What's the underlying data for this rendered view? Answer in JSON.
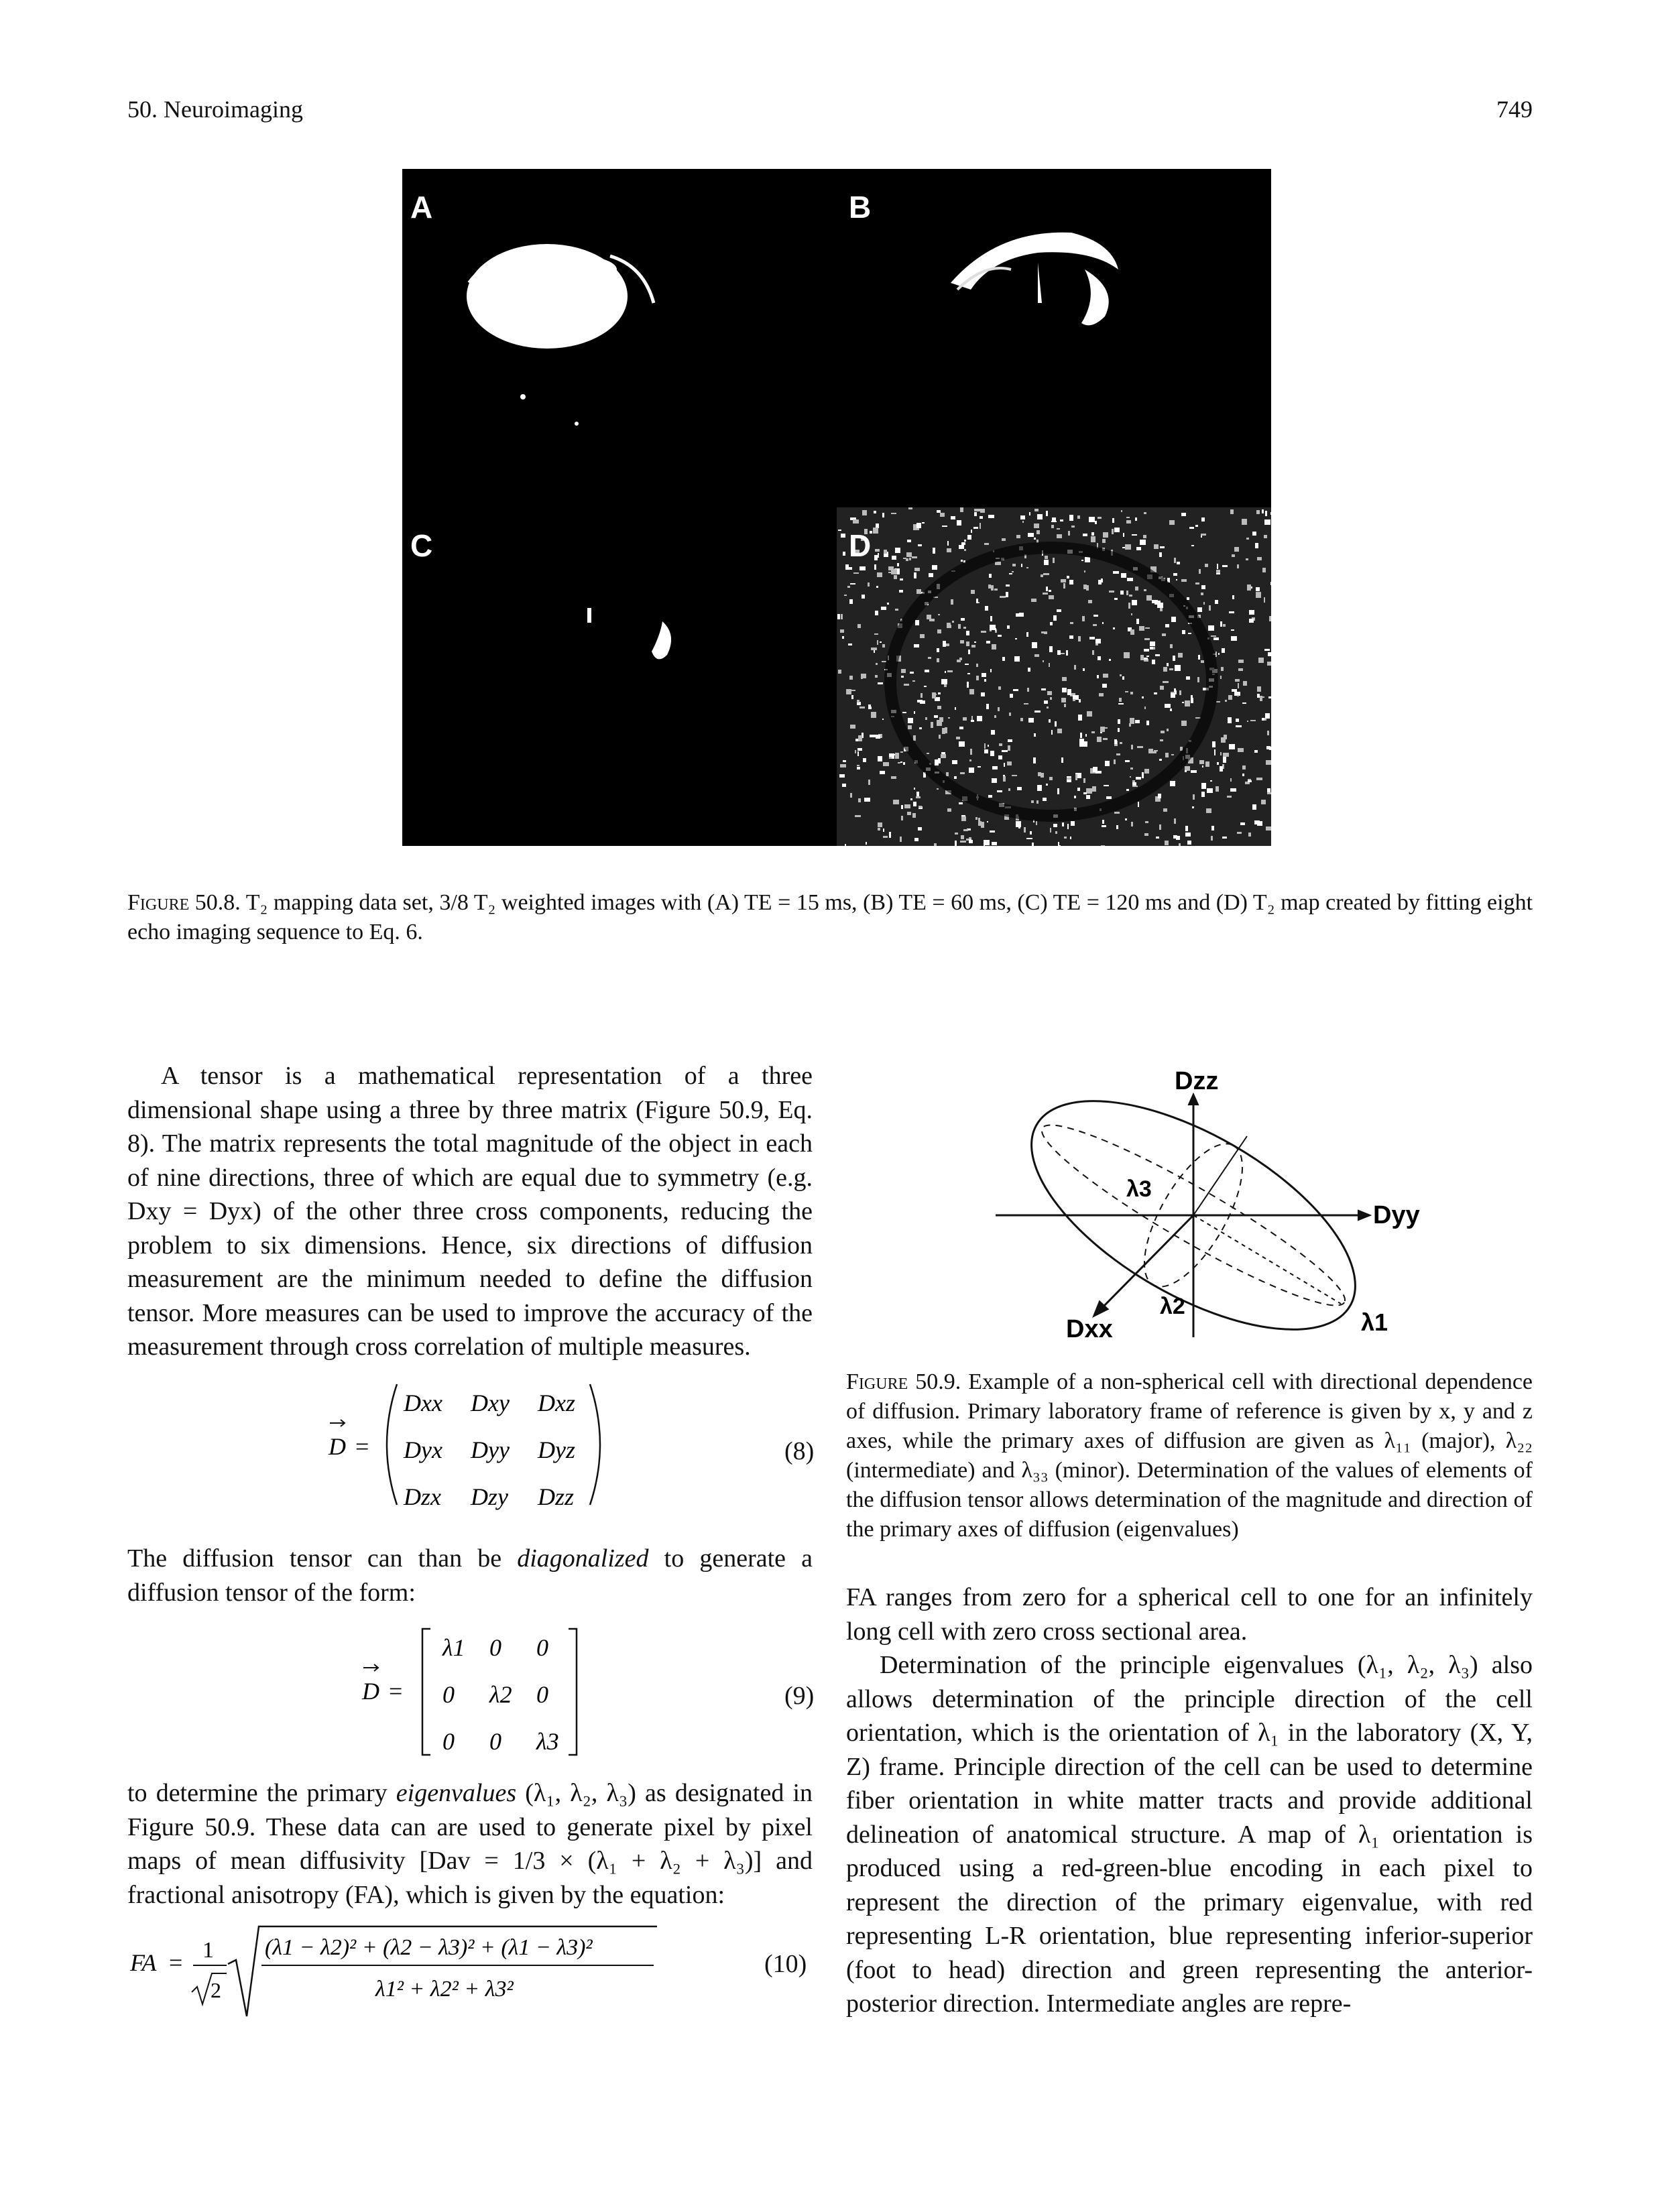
{
  "header": {
    "chapter": "50. Neuroimaging",
    "page_number": "749"
  },
  "figure_50_8": {
    "panel_labels": [
      "A",
      "B",
      "C",
      "D"
    ],
    "caption_label": "Figure 50.8.",
    "caption_text": "T₂ mapping data set, 3/8 T₂ weighted images with (A) TE = 15 ms, (B) TE = 60 ms, (C) TE = 120 ms and (D) T₂ map created by fitting eight echo imaging sequence to Eq. 6."
  },
  "left_column": {
    "paragraph1": "A tensor is a mathematical representation of a three dimensional shape using a three by three matrix (Figure 50.9, Eq. 8). The matrix represents the total magnitude of the object in each of nine directions, three of which are equal due to symmetry (e.g. Dxy = Dyx) of the other three cross components, reducing the problem to six dimensions. Hence, six directions of diffusion measurement are the minimum needed to define the diffusion tensor. More measures can be used to improve the accuracy of the measurement through cross correlation of multiple measures.",
    "eq8_label": "(8)",
    "paragraph2_pre": "The diffusion tensor can than be",
    "paragraph2_em": "diagonalized",
    "paragraph2_post": "to generate a diffusion tensor of the form:",
    "eq9_label": "(9)",
    "paragraph3_pre": "to determine the primary",
    "paragraph3_em": "eigenvalues",
    "paragraph3_post": "(λ₁, λ₂, λ₃) as designated in Figure 50.9. These data can are used to generate pixel by pixel maps of mean diffusivity [Dav = 1/3 × (λ₁ + λ₂ + λ₃)] and fractional anisotropy (FA), which is given by the equation:",
    "eq10_label": "(10)"
  },
  "equations": {
    "d_vec": "D",
    "eq8_rows": [
      [
        "Dxx",
        "Dxy",
        "Dxz"
      ],
      [
        "Dyx",
        "Dyy",
        "Dyz"
      ],
      [
        "Dzx",
        "Dzy",
        "Dzz"
      ]
    ],
    "eq9_rows": [
      [
        "λ1",
        "0",
        "0"
      ],
      [
        "0",
        "λ2",
        "0"
      ],
      [
        "0",
        "0",
        "λ3"
      ]
    ],
    "fa_lhs": "FA",
    "fa_numerator": "(λ1 − λ2)² + (λ2 − λ3)² + (λ1 − λ3)²",
    "fa_denominator": "λ1² + λ2² + λ3²"
  },
  "figure_50_9": {
    "axis_labels": {
      "dzz": "Dzz",
      "dyy": "Dyy",
      "dxx": "Dxx",
      "l1": "λ1",
      "l2": "λ2",
      "l3": "λ3"
    },
    "caption_label": "Figure 50.9.",
    "caption_text": "Example of a non-spherical cell with directional dependence of diffusion. Primary laboratory frame of reference is given by x, y and z axes, while the primary axes of diffusion are given as λ₁₁ (major), λ₂₂ (intermediate) and λ₃₃ (minor). Determination of the values of elements of the diffusion tensor allows determination of the magnitude and direction of the primary axes of diffusion (eigenvalues)"
  },
  "right_column": {
    "paragraph1": "FA ranges from zero for a spherical cell to one for an infinitely long cell with zero cross sectional area.",
    "paragraph2": "Determination of the principle eigenvalues (λ₁, λ₂, λ₃) also allows determination of the principle direction of the cell orientation, which is the orientation of λ₁ in the laboratory (X, Y, Z) frame. Principle direction of the cell can be used to determine fiber orientation in white matter tracts and provide additional delineation of anatomical structure. A map of λ₁ orientation is produced using a red-green-blue encoding in each pixel to represent the direction of the primary eigenvalue, with red representing L-R orientation, blue representing inferior-superior (foot to head) direction and green representing the anterior-posterior direction. Intermediate angles are repre-"
  }
}
